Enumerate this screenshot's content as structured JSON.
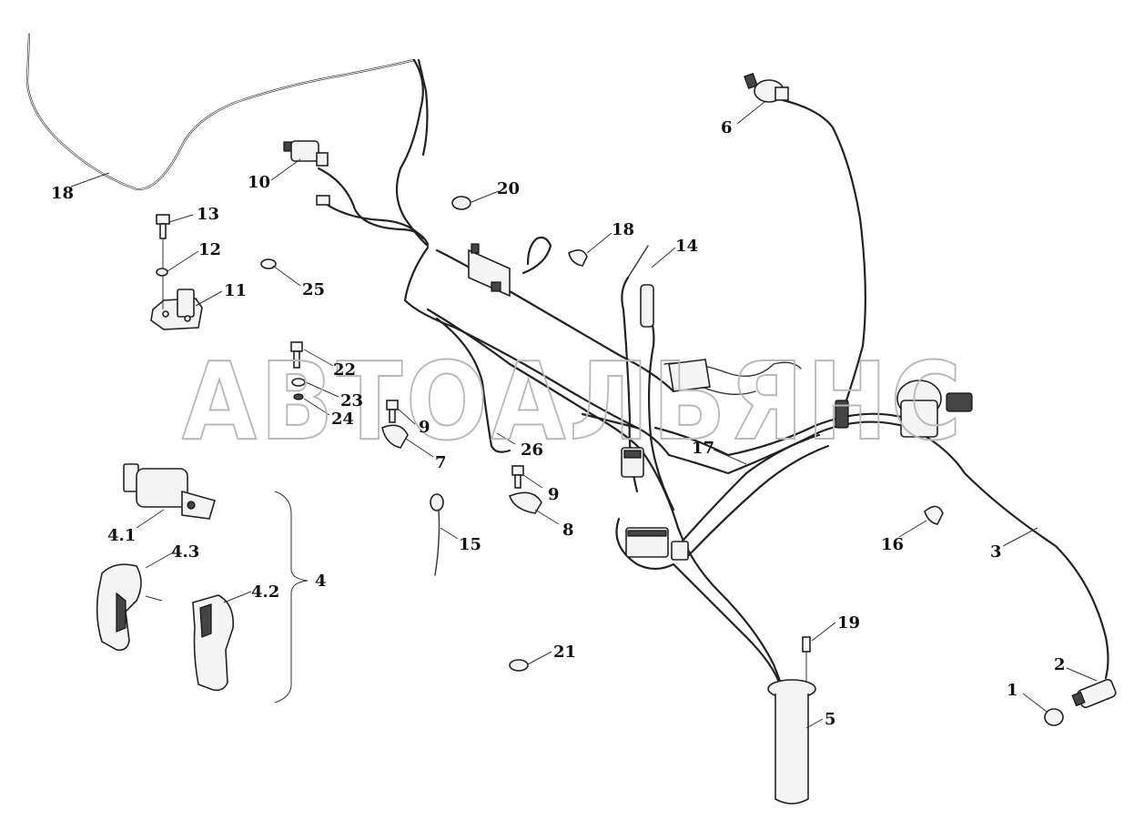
{
  "watermark": "АВТОАЛЬЯНС",
  "callouts": [
    {
      "id": "c18a",
      "label": "18"
    },
    {
      "id": "c10",
      "label": "10"
    },
    {
      "id": "c20",
      "label": "20"
    },
    {
      "id": "c13",
      "label": "13"
    },
    {
      "id": "c12",
      "label": "12"
    },
    {
      "id": "c11",
      "label": "11"
    },
    {
      "id": "c25",
      "label": "25"
    },
    {
      "id": "c18b",
      "label": "18"
    },
    {
      "id": "c14",
      "label": "14"
    },
    {
      "id": "c6",
      "label": "6"
    },
    {
      "id": "c22",
      "label": "22"
    },
    {
      "id": "c23",
      "label": "23"
    },
    {
      "id": "c24",
      "label": "24"
    },
    {
      "id": "c9a",
      "label": "9"
    },
    {
      "id": "c7",
      "label": "7"
    },
    {
      "id": "c26",
      "label": "26"
    },
    {
      "id": "c17",
      "label": "17"
    },
    {
      "id": "c9b",
      "label": "9"
    },
    {
      "id": "c8",
      "label": "8"
    },
    {
      "id": "c15",
      "label": "15"
    },
    {
      "id": "c16",
      "label": "16"
    },
    {
      "id": "c3",
      "label": "3"
    },
    {
      "id": "c41",
      "label": "4.1"
    },
    {
      "id": "c43",
      "label": "4.3"
    },
    {
      "id": "c42",
      "label": "4.2"
    },
    {
      "id": "c4",
      "label": "4"
    },
    {
      "id": "c19",
      "label": "19"
    },
    {
      "id": "c21",
      "label": "21"
    },
    {
      "id": "c2",
      "label": "2"
    },
    {
      "id": "c1",
      "label": "1"
    },
    {
      "id": "c5",
      "label": "5"
    }
  ]
}
